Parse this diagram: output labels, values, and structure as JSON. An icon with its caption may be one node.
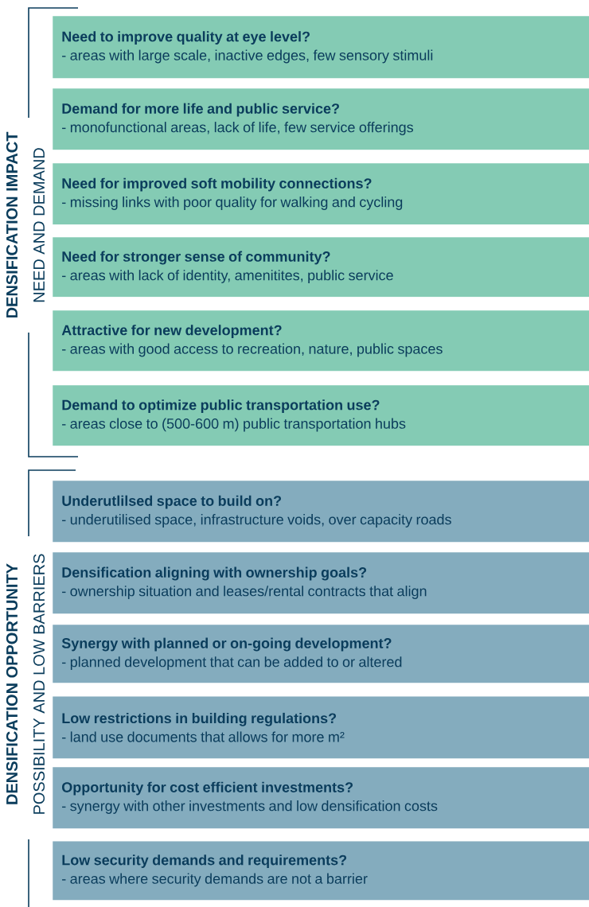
{
  "diagram": {
    "nodes": [
      {
        "text": [
          "Need to improve quality at eye level?",
          "- areas with large scale, inactive edges, few sensory stimuli"
        ]
      },
      {
        "text": [
          "Demand for more life and public service?",
          "- monofunctional areas, lack of life, few service offerings"
        ]
      },
      {
        "text": [
          "Need for improved soft mobility connections?",
          "- missing links with poor quality for walking and cycling"
        ]
      },
      {
        "text": [
          "Need for stronger sense of community?",
          "- areas with lack of identity, amenitites, public service"
        ]
      },
      {
        "text": [
          "Attractive for new development?",
          "- areas with good access to recreation, nature, public spaces"
        ]
      },
      {
        "text": [
          "Demand to optimize public transportation use?",
          "- areas close to (500-600 m) public transportation hubs"
        ]
      },
      {
        "text": [
          "Underutlilsed space to build on?",
          "- underutilised space, infrastructure voids, over capacity roads"
        ]
      },
      {
        "text": [
          "Densification aligning with ownership goals?",
          "- ownership situation and leases/rental contracts that align"
        ]
      },
      {
        "text": [
          "Synergy with planned or on-going development?",
          "- planned development that can be added to or altered"
        ]
      },
      {
        "text": [
          "Low restrictions in building regulations?",
          "- land use documents that allows for more m²"
        ]
      },
      {
        "text": [
          "Opportunity for cost efficient investments?",
          "- synergy with other investments and low densification costs"
        ]
      },
      {
        "text": [
          "Low security demands and requirements?",
          "- areas where security demands are not a barrier"
        ]
      }
    ],
    "labels": [
      "DENSIFICATION IMPACT",
      "NEED AND DEMAND",
      "DENSIFICATION OPPORTUNITY",
      "POSSIBILITY AND  LOW BARRIERS"
    ]
  }
}
